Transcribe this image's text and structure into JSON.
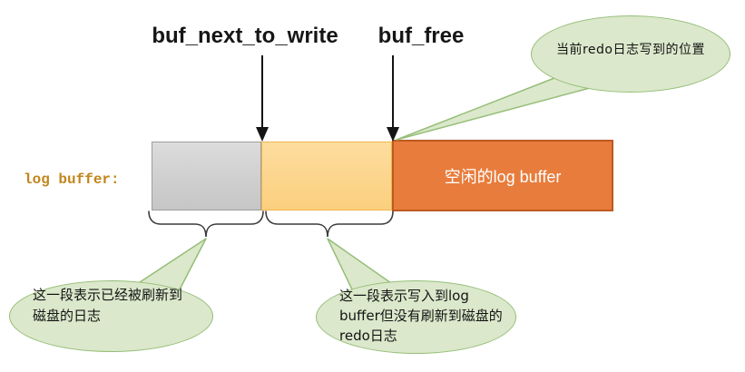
{
  "diagram": {
    "pointer_labels": {
      "buf_next_to_write": "buf_next_to_write",
      "buf_free": "buf_free"
    },
    "bar_label": "log buffer:",
    "bar": {
      "free_segment_label": "空闲的log buffer"
    },
    "callouts": {
      "top_right": {
        "lines": [
          "当前redo日志写到的位置"
        ]
      },
      "bottom_left": {
        "lines": [
          "这一段表示已经被刷新到",
          "磁盘的日志"
        ]
      },
      "bottom_middle": {
        "lines": [
          "这一段表示写入到log",
          "buffer但没有刷新到磁盘的",
          "redo日志"
        ]
      }
    },
    "colors": {
      "flushed_segment": "#D1D1D1",
      "flushed_border": "#9D9D9D",
      "written_segment": "#FCD58D",
      "written_border": "#F0B54A",
      "free_segment": "#E87C3C",
      "free_border": "#BD5A21",
      "bar_label_text": "#C1861B",
      "callout_fill": "#DBE8CB",
      "callout_border": "#95BE78",
      "arrow": "#141414"
    }
  }
}
